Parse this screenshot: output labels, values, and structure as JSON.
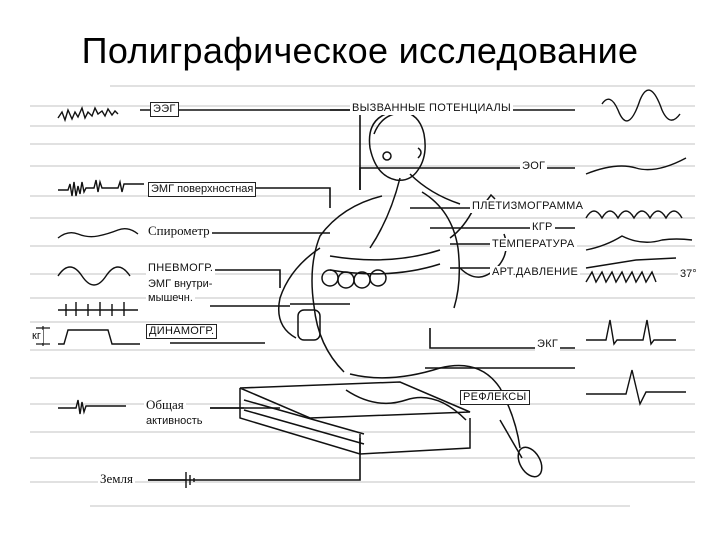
{
  "title": "Полиграфическое исследование",
  "labels": {
    "eeg": "ЭЭГ",
    "evoked": "ВЫЗВАННЫЕ ПОТЕНЦИАЛЫ",
    "eog": "ЭОГ",
    "emg_surface": "ЭМГ поверхностная",
    "plethysmogram": "ПЛЕТИЗМОГРАММА",
    "spirometer": "Спирометр",
    "kgr": "КГР",
    "temperature": "ТЕМПЕРАТУРА",
    "pneumogr": "ПНЕВМОГР.",
    "art_pressure": "АРТ.ДАВЛЕНИЕ",
    "emg_inner_1": "ЭМГ внутри-",
    "emg_inner_2": "мышечн.",
    "temp_value": "37°",
    "kg": "кг",
    "dynamogr": "ДИНАМОГР.",
    "ekg": "ЭКГ",
    "reflexes": "РЕФЛЕКСЫ",
    "general_1": "Общая",
    "general_2": "активность",
    "ground": "Земля"
  }
}
